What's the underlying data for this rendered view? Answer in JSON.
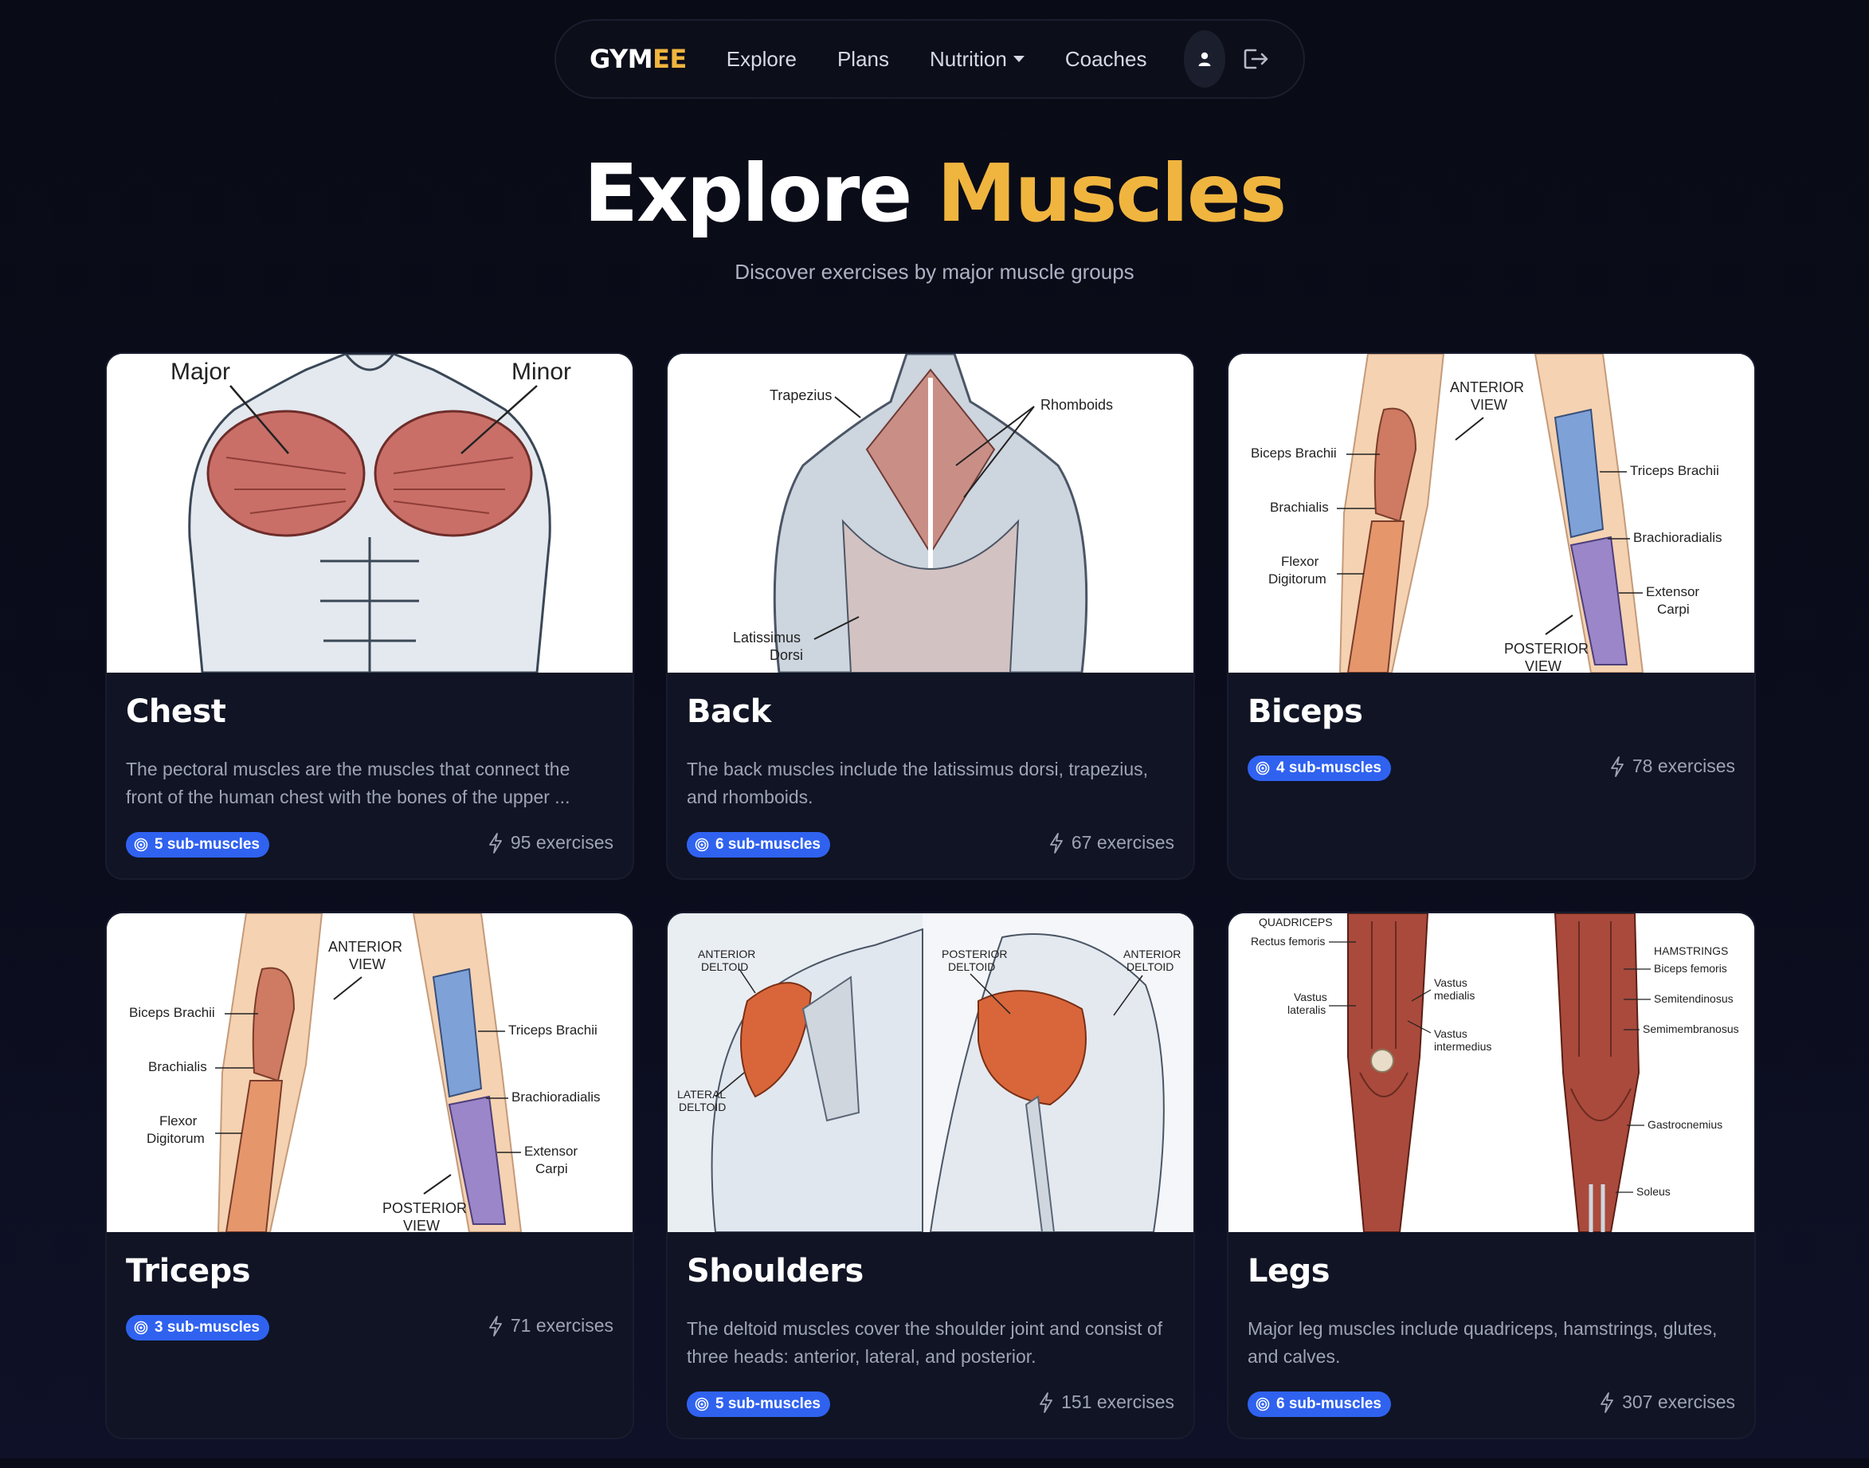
{
  "nav": {
    "brand_part1": "GYM",
    "brand_part2": "EE",
    "links": [
      "Explore",
      "Plans",
      "Nutrition",
      "Coaches"
    ]
  },
  "hero": {
    "title_part1": "Explore",
    "title_part2": "Muscles",
    "subtitle": "Discover exercises by major muscle groups"
  },
  "colors": {
    "accent": "#f0b53f",
    "badge": "#3062f0",
    "background": "#0a0c18",
    "card": "#101424"
  },
  "icons": [
    "user-icon",
    "logout-icon",
    "target-icon",
    "bolt-icon"
  ],
  "cards": [
    {
      "title": "Chest",
      "description": "The pectoral muscles are the muscles that connect the front of the human chest with the bones of the upper ...",
      "sub_muscles": "5 sub-muscles",
      "exercises": "95 exercises",
      "labels": [
        "Major",
        "Minor"
      ]
    },
    {
      "title": "Back",
      "description": "The back muscles include the latissimus dorsi, trapezius, and rhomboids.",
      "sub_muscles": "6 sub-muscles",
      "exercises": "67 exercises",
      "labels": [
        "Trapezius",
        "Rhomboids",
        "Latissimus",
        "Dorsi"
      ]
    },
    {
      "title": "Biceps",
      "description": "",
      "sub_muscles": "4 sub-muscles",
      "exercises": "78 exercises",
      "labels": [
        "ANTERIOR",
        "VIEW",
        "Biceps Brachii",
        "Brachialis",
        "Flexor",
        "Digitorum",
        "Triceps Brachii",
        "Brachioradialis",
        "Extensor",
        "Carpi",
        "POSTERIOR",
        "VIEW"
      ]
    },
    {
      "title": "Triceps",
      "description": "",
      "sub_muscles": "3 sub-muscles",
      "exercises": "71 exercises",
      "labels": [
        "ANTERIOR",
        "VIEW",
        "Biceps Brachii",
        "Brachialis",
        "Flexor",
        "Digitorum",
        "Triceps Brachii",
        "Brachioradialis",
        "Extensor",
        "Carpi",
        "POSTERIOR",
        "VIEW"
      ]
    },
    {
      "title": "Shoulders",
      "description": "The deltoid muscles cover the shoulder joint and consist of three heads: anterior, lateral, and posterior.",
      "sub_muscles": "5 sub-muscles",
      "exercises": "151 exercises",
      "labels": [
        "ANTERIOR",
        "DELTOID",
        "LATERAL",
        "DELTOID",
        "POSTERIOR",
        "DELTOID",
        "ANTERIOR",
        "DELTOID"
      ]
    },
    {
      "title": "Legs",
      "description": "Major leg muscles include quadriceps, hamstrings, glutes, and calves.",
      "sub_muscles": "6 sub-muscles",
      "exercises": "307 exercises",
      "labels": [
        "QUADRICEPS",
        "Rectus femoris",
        "Vastus",
        "lateralis",
        "Vastus",
        "medialis",
        "Vastus",
        "intermedius",
        "HAMSTRINGS",
        "Biceps femoris",
        "Semitendinosus",
        "Semimembranosus",
        "Gastrocnemius",
        "Soleus"
      ]
    }
  ]
}
